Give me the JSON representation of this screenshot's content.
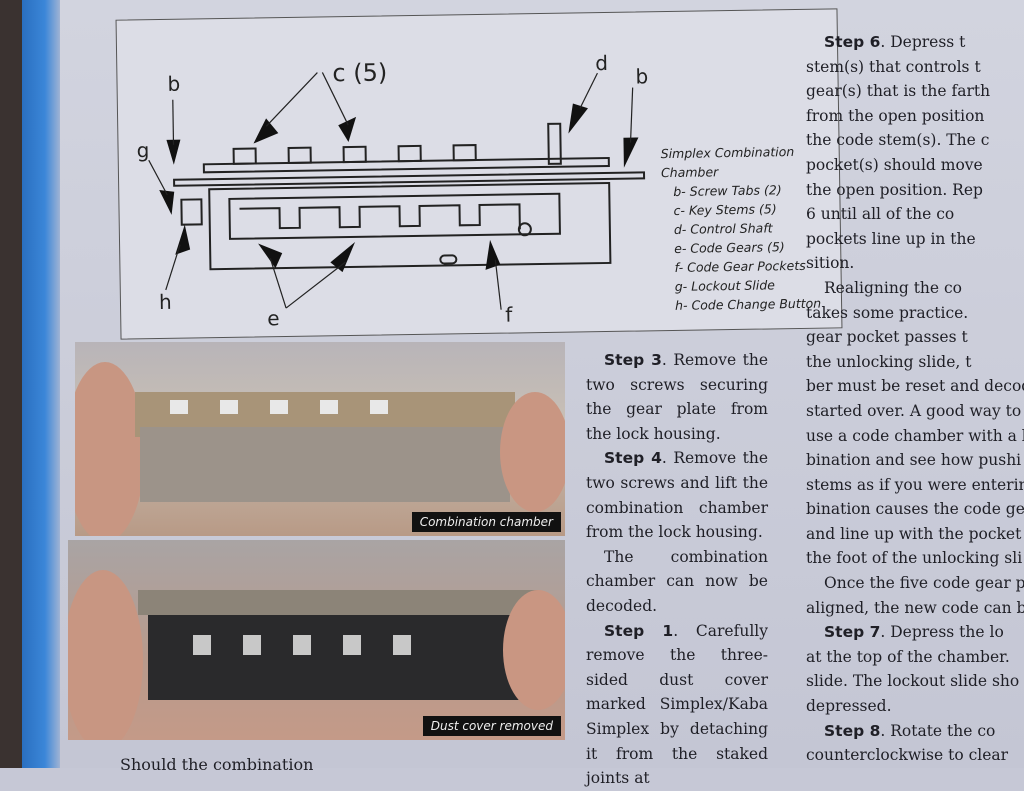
{
  "diagram": {
    "callouts": {
      "b_left": "b",
      "c": "c (5)",
      "d": "d",
      "b_right": "b",
      "g": "g",
      "h": "h",
      "e": "e",
      "f": "f"
    },
    "legend_title": "Simplex Combination Chamber",
    "legend_items": [
      "b- Screw Tabs (2)",
      "c- Key Stems (5)",
      "d- Control Shaft",
      "e- Code Gears (5)",
      "f- Code Gear Pockets",
      "g- Lockout Slide",
      "h- Code Change Button"
    ]
  },
  "photos": [
    {
      "caption": "Combination chamber"
    },
    {
      "caption": "Dust cover removed"
    }
  ],
  "middle_column": [
    {
      "step": "Step 3",
      "text": ". Remove the two screws securing the gear plate from the lock housing."
    },
    {
      "step": "Step 4",
      "text": ". Remove the two screws and lift the combination chamber from the lock housing."
    },
    {
      "step": "",
      "text": "The combination chamber can now be decoded."
    },
    {
      "step": "Step 1",
      "text": ". Carefully remove the three-sided dust cover marked Simplex/Kaba Simplex by detaching it from the staked joints at"
    }
  ],
  "right_column": {
    "lines": [
      "Step 6",
      "Depress t",
      "stem(s) that controls t",
      "gear(s) that is the farth",
      "from the open position",
      "the code stem(s). The c",
      "pocket(s) should move",
      "the open position. Rep",
      "6 until all of the co",
      "pockets line up in the",
      "sition.",
      "Realigning the co",
      "takes some practice.",
      "gear pocket passes t",
      "the unlocking slide, t",
      "ber must be reset and decodin",
      "started over. A good way to",
      "use a code chamber with a kn",
      "bination and see how pushi",
      "stems as if you were enterin",
      "bination causes the code gea",
      "and line up with the pocket",
      "the foot of the unlocking sli",
      "Once the five code gear p",
      "aligned, the new code can be",
      "Step 7",
      "Depress the lo",
      "at the top of the chamber.",
      "slide. The lockout slide sho",
      "depressed.",
      "Step 8",
      "Rotate the co",
      "counterclockwise to clear"
    ]
  },
  "bottom_text": "Should the combination"
}
